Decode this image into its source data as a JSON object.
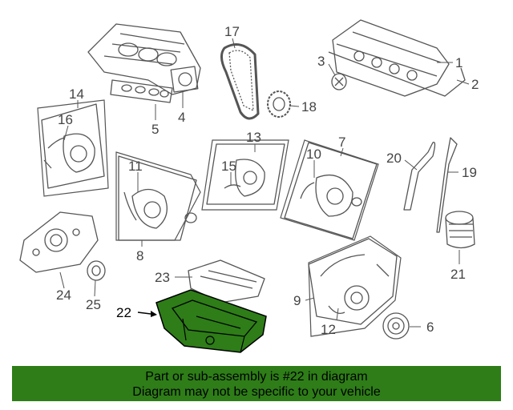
{
  "diagram": {
    "labels": [
      {
        "id": "1",
        "text": "1"
      },
      {
        "id": "2",
        "text": "2"
      },
      {
        "id": "3",
        "text": "3"
      },
      {
        "id": "4",
        "text": "4"
      },
      {
        "id": "5",
        "text": "5"
      },
      {
        "id": "6",
        "text": "6"
      },
      {
        "id": "7",
        "text": "7"
      },
      {
        "id": "8",
        "text": "8"
      },
      {
        "id": "9",
        "text": "9"
      },
      {
        "id": "10",
        "text": "10"
      },
      {
        "id": "11",
        "text": "11"
      },
      {
        "id": "12",
        "text": "12"
      },
      {
        "id": "13",
        "text": "13"
      },
      {
        "id": "14",
        "text": "14"
      },
      {
        "id": "15",
        "text": "15"
      },
      {
        "id": "16",
        "text": "16"
      },
      {
        "id": "17",
        "text": "17"
      },
      {
        "id": "18",
        "text": "18"
      },
      {
        "id": "19",
        "text": "19"
      },
      {
        "id": "20",
        "text": "20"
      },
      {
        "id": "21",
        "text": "21"
      },
      {
        "id": "22",
        "text": "22"
      },
      {
        "id": "23",
        "text": "23"
      },
      {
        "id": "24",
        "text": "24"
      },
      {
        "id": "25",
        "text": "25"
      }
    ],
    "highlighted_part": "22",
    "highlight_color": "#2e7d18"
  },
  "banner": {
    "line1": "Part or sub-assembly is #22 in diagram",
    "line2": "Diagram may not be specific to your vehicle",
    "color": "#2e7d18"
  }
}
